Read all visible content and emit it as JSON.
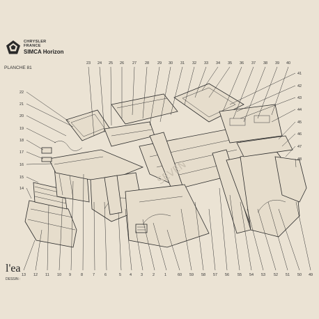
{
  "header": {
    "brand_line1": "CHRYSLER",
    "brand_line2": "FRANCE",
    "model": "SIMCA Horizon",
    "plate": "PLANCHE 81"
  },
  "footer": {
    "publisher": "l'ea",
    "credit": "DESSIN :"
  },
  "watermark": "SEVEN",
  "callouts": {
    "top": [
      "23",
      "24",
      "25",
      "26",
      "27",
      "28",
      "29",
      "30",
      "31",
      "32",
      "33",
      "34",
      "35",
      "36",
      "37",
      "38",
      "39",
      "40"
    ],
    "right": [
      "41",
      "42",
      "43",
      "44",
      "45",
      "46",
      "47",
      "48"
    ],
    "left": [
      "22",
      "21",
      "20",
      "19",
      "18",
      "17",
      "16",
      "15",
      "14"
    ],
    "bottom": [
      "13",
      "12",
      "11",
      "10",
      "9",
      "8",
      "7",
      "6",
      "5",
      "4",
      "3",
      "2",
      "1",
      "60",
      "59",
      "58",
      "57",
      "56",
      "55",
      "54",
      "53",
      "52",
      "51",
      "50",
      "49"
    ]
  },
  "colors": {
    "paper": "#ebe3d4",
    "ink": "#2a2a2a"
  }
}
